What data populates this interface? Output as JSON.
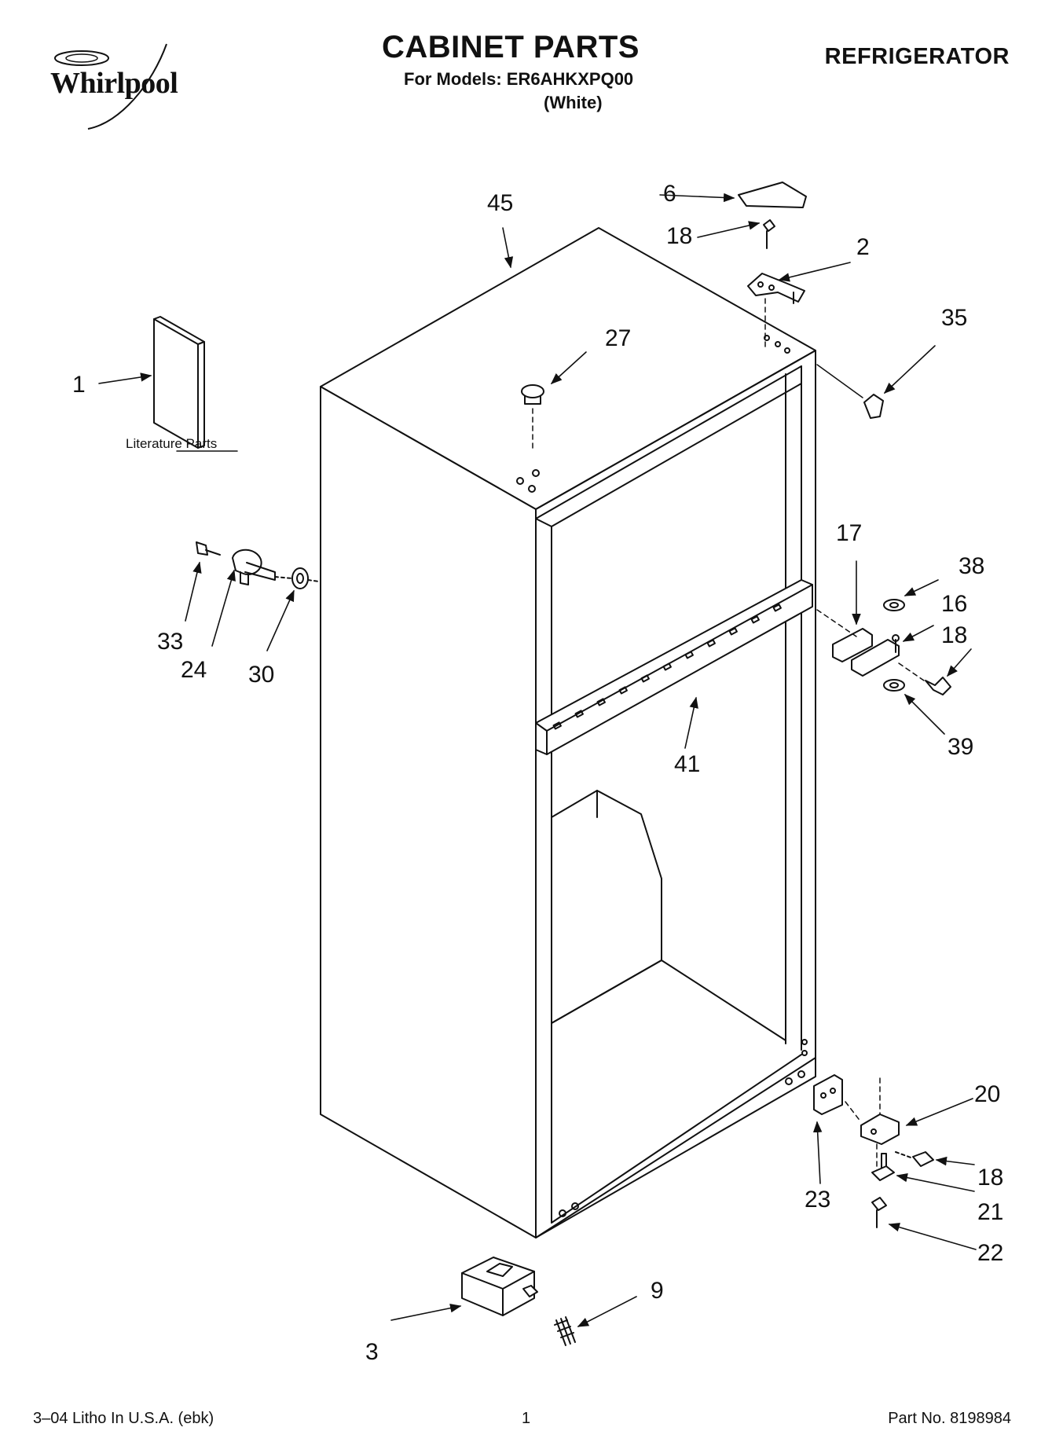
{
  "header": {
    "brand": "Whirlpool",
    "title": "CABINET PARTS",
    "models_line": "For Models: ER6AHKXPQ00",
    "color_line": "(White)",
    "category": "REFRIGERATOR"
  },
  "diagram": {
    "literature_label": "Literature Parts",
    "callouts": [
      {
        "id": "c1",
        "label": "1"
      },
      {
        "id": "c2",
        "label": "2"
      },
      {
        "id": "c3",
        "label": "3"
      },
      {
        "id": "c6",
        "label": "6"
      },
      {
        "id": "c9",
        "label": "9"
      },
      {
        "id": "c16",
        "label": "16"
      },
      {
        "id": "c17",
        "label": "17"
      },
      {
        "id": "c18a",
        "label": "18"
      },
      {
        "id": "c18b",
        "label": "18"
      },
      {
        "id": "c18c",
        "label": "18"
      },
      {
        "id": "c20",
        "label": "20"
      },
      {
        "id": "c21",
        "label": "21"
      },
      {
        "id": "c22",
        "label": "22"
      },
      {
        "id": "c23",
        "label": "23"
      },
      {
        "id": "c24",
        "label": "24"
      },
      {
        "id": "c27",
        "label": "27"
      },
      {
        "id": "c30",
        "label": "30"
      },
      {
        "id": "c33",
        "label": "33"
      },
      {
        "id": "c35",
        "label": "35"
      },
      {
        "id": "c38",
        "label": "38"
      },
      {
        "id": "c39",
        "label": "39"
      },
      {
        "id": "c41",
        "label": "41"
      },
      {
        "id": "c45",
        "label": "45"
      }
    ]
  },
  "footer": {
    "litho": "3–04 Litho In U.S.A. (ebk)",
    "page": "1",
    "part_no": "Part No. 8198984"
  }
}
